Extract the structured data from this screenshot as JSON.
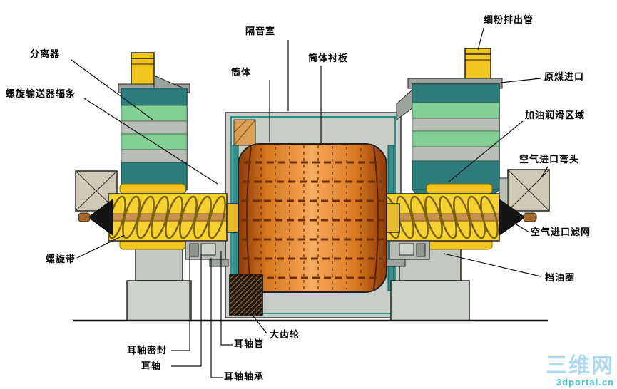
{
  "labels": [
    {
      "id": "separator",
      "text": "分离器"
    },
    {
      "id": "spiral-conveyor-spokes",
      "text": "螺旋输送器辐条"
    },
    {
      "id": "soundproof-room",
      "text": "隔音室"
    },
    {
      "id": "cylinder-body",
      "text": "筒体"
    },
    {
      "id": "cylinder-liner",
      "text": "筒体衬板"
    },
    {
      "id": "fine-powder-outlet-pipe",
      "text": "细粉排出管"
    },
    {
      "id": "raw-coal-inlet",
      "text": "原煤进口"
    },
    {
      "id": "lubrication-area",
      "text": "加油润滑区域"
    },
    {
      "id": "air-inlet-elbow",
      "text": "空气进口弯头"
    },
    {
      "id": "air-inlet-screen",
      "text": "空气进口滤网"
    },
    {
      "id": "oil-baffle-ring",
      "text": "挡油圈"
    },
    {
      "id": "spiral-band",
      "text": "螺旋带"
    },
    {
      "id": "big-gear",
      "text": "大齿轮"
    },
    {
      "id": "trunnion-seal",
      "text": "耳轴密封"
    },
    {
      "id": "trunnion",
      "text": "耳轴"
    },
    {
      "id": "trunnion-bearing",
      "text": "耳轴轴承"
    },
    {
      "id": "trunnion-pipe",
      "text": "耳轴管"
    }
  ],
  "watermark": {
    "logo": "三维网",
    "site": "3dportal.cn"
  },
  "colors": {
    "drum_orange": "#e8882a",
    "conveyor_yellow": "#f5d231",
    "tower_teal": "#2e7d7d",
    "tower_green": "#83cf96",
    "structure_gray": "#c8cdc5",
    "leader_black": "#111111"
  }
}
